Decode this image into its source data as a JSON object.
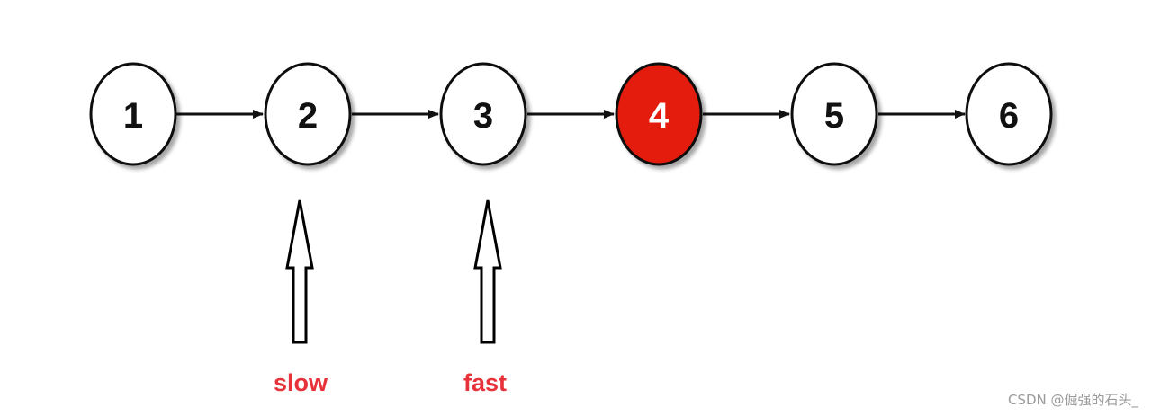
{
  "nodes": [
    {
      "label": "1",
      "highlighted": false
    },
    {
      "label": "2",
      "highlighted": false
    },
    {
      "label": "3",
      "highlighted": false
    },
    {
      "label": "4",
      "highlighted": true
    },
    {
      "label": "5",
      "highlighted": false
    },
    {
      "label": "6",
      "highlighted": false
    }
  ],
  "pointers": [
    {
      "label": "slow",
      "target_node": "2"
    },
    {
      "label": "fast",
      "target_node": "3"
    }
  ],
  "colors": {
    "highlight_fill": "#e31b0f",
    "node_fill": "#ffffff",
    "stroke": "#111111",
    "pointer_label": "#e8323a",
    "watermark": "#9a9a9a"
  },
  "watermark": "CSDN @倔强的石头_"
}
